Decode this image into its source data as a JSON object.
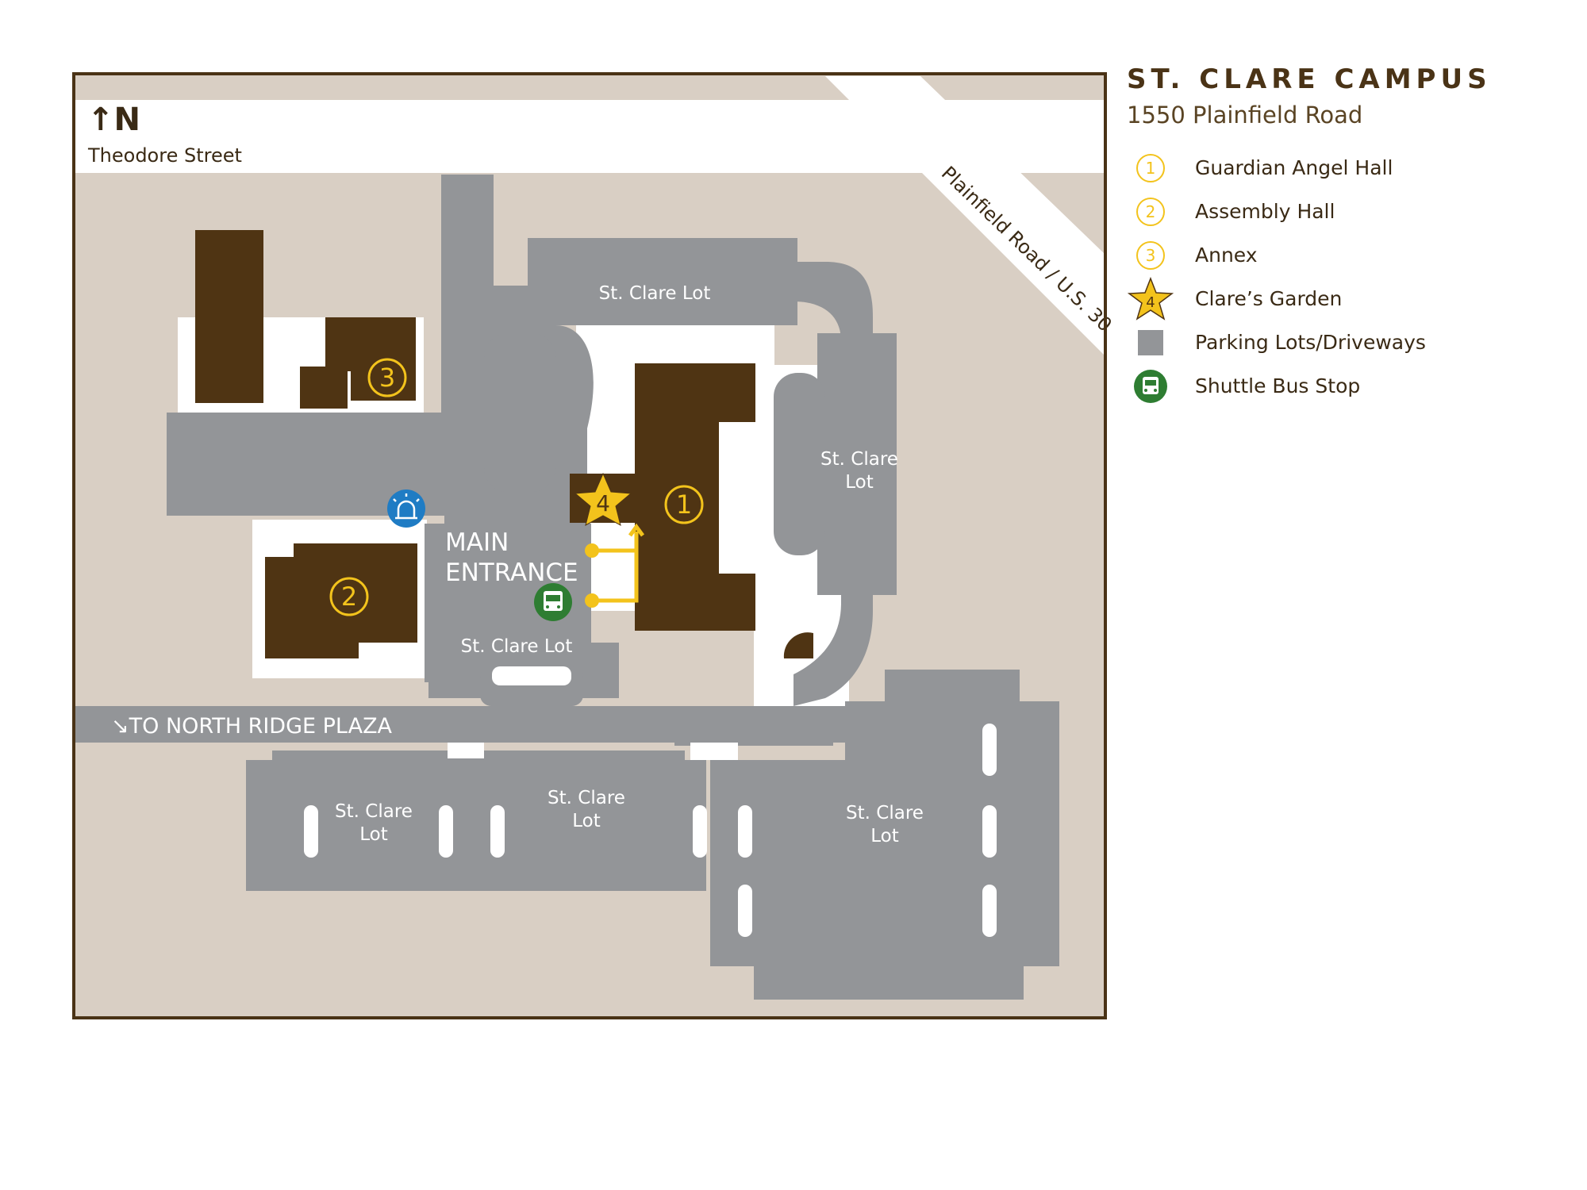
{
  "campus": {
    "title": "ST. CLARE CAMPUS",
    "address": "1550 Plainfield Road"
  },
  "legend": [
    {
      "symbol": "1",
      "label": "Guardian Angel Hall"
    },
    {
      "symbol": "2",
      "label": "Assembly Hall"
    },
    {
      "symbol": "3",
      "label": "Annex"
    },
    {
      "symbol": "4",
      "label": "Clare’s Garden"
    },
    {
      "symbol": "",
      "label": "Parking Lots/Driveways"
    },
    {
      "symbol": "",
      "label": "Shuttle Bus Stop"
    }
  ],
  "map": {
    "north": "↑N",
    "street_top": "Theodore Street",
    "street_diagonal": "Plainfield Road / U.S. 30",
    "to_plaza": "↘TO NORTH RIDGE PLAZA",
    "main_entrance_line1": "MAIN",
    "main_entrance_line2": "ENTRANCE",
    "lot_top": "St. Clare Lot",
    "lot_right_line1": "St. Clare",
    "lot_right_line2": "Lot",
    "lot_center": "St. Clare Lot",
    "lot_bottom_left_line1": "St. Clare",
    "lot_bottom_left_line2": "Lot",
    "lot_bottom_mid_line1": "St. Clare",
    "lot_bottom_mid_line2": "Lot",
    "lot_bottom_right_line1": "St. Clare",
    "lot_bottom_right_line2": "Lot",
    "marker_1": "1",
    "marker_2": "2",
    "marker_3": "3",
    "marker_4": "4"
  },
  "colors": {
    "ground": "#d9cfc4",
    "road": "#ffffff",
    "parking": "#939598",
    "building": "#4f3413",
    "accent": "#f3c31c",
    "shuttle": "#2e7d32",
    "security": "#1f7cc4",
    "frame": "#4a3316"
  },
  "icons": {
    "shuttle": "bus-icon",
    "security": "alarm-light-icon",
    "garden": "star-icon"
  }
}
